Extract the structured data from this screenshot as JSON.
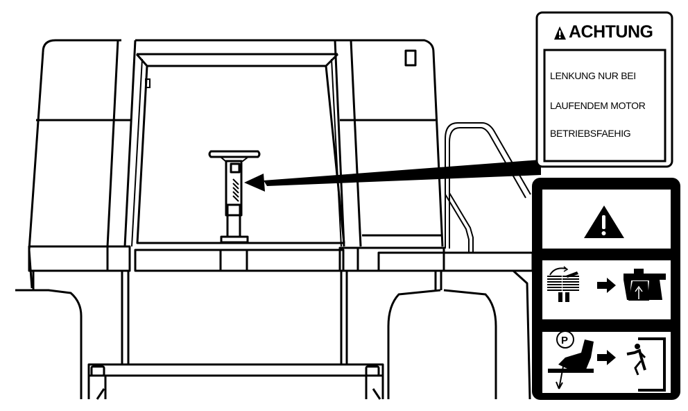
{
  "warning_label": {
    "title": "ACHTUNG",
    "lines": [
      "LENKUNG NUR BEI",
      "LAUFENDEM MOTOR",
      "BETRIEBSFAEHIG"
    ]
  },
  "pictogram_panel": {
    "panels": [
      {
        "icon": "warning-triangle-icon"
      },
      {
        "icon": "steering-to-engine-running-icon"
      },
      {
        "icon": "parking-brake-to-exit-icon"
      }
    ]
  },
  "illustration": {
    "subject": "machine cab front view with steering column",
    "callout": "arrow pointing from label to steering column"
  },
  "colors": {
    "line": "#000000",
    "background": "#ffffff"
  }
}
